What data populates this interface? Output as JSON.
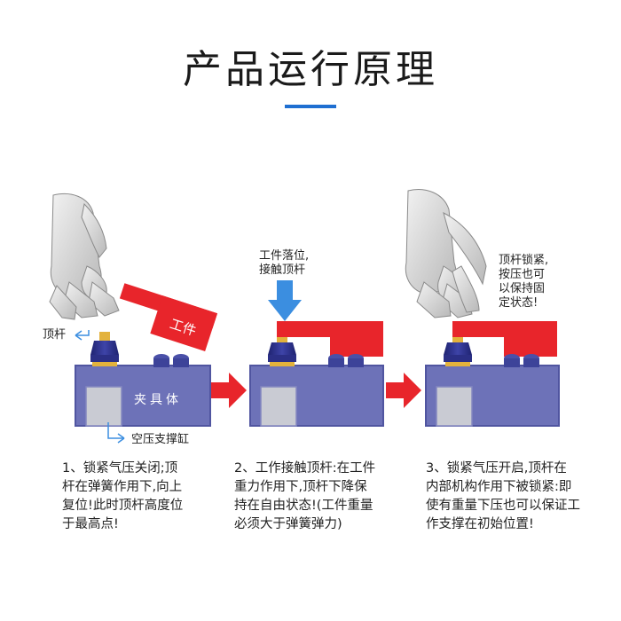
{
  "title": "产品运行原理",
  "colors": {
    "accent": "#1f6fd1",
    "block": "#6d72b8",
    "block_edge": "#5055a0",
    "cutout": "#c9cbd3",
    "workpiece": "#e8252b",
    "arrow": "#e8252b",
    "plunger": "#2b2f85",
    "brass": "#e3b23c",
    "down_arrow": "#3b8ee0"
  },
  "labels": {
    "plunger": "顶杆",
    "workpiece": "工件",
    "body": "夹具体",
    "cylinder": "空压支撑缸"
  },
  "callouts": {
    "stage2_line1": "工件落位,",
    "stage2_line2": "接触顶杆",
    "stage3_line1": "顶杆锁紧,",
    "stage3_line2": "按压也可",
    "stage3_line3": "以保持固",
    "stage3_line4": "定状态!"
  },
  "steps": [
    {
      "line1": "1、锁紧气压关闭;顶",
      "line2": "杆在弹簧作用下,向上",
      "line3": "复位!此时顶杆高度位",
      "line4": "于最高点!"
    },
    {
      "line1": "2、工作接触顶杆:在工件",
      "line2": "重力作用下,顶杆下降保",
      "line3": "持在自由状态!(工件重量",
      "line4": "必须大于弹簧弹力)"
    },
    {
      "line1": "3、锁紧气压开启,顶杆在",
      "line2": "内部机构作用下被锁紧:即",
      "line3": "使有重量下压也可以保证工",
      "line4": "作支撑在初始位置!"
    }
  ]
}
